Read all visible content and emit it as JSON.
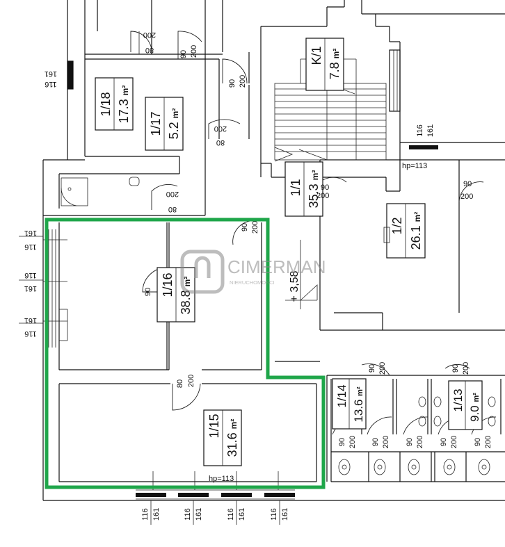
{
  "rooms": [
    {
      "id": "1/18",
      "area": "17.3",
      "unit": "m²"
    },
    {
      "id": "1/17",
      "area": "5.2",
      "unit": "m²"
    },
    {
      "id": "K/1",
      "area": "7.8",
      "unit": "m²"
    },
    {
      "id": "1/1",
      "area": "35.3",
      "unit": "m²"
    },
    {
      "id": "1/2",
      "area": "26.1",
      "unit": "m²"
    },
    {
      "id": "1/16",
      "area": "38.8",
      "unit": "m²"
    },
    {
      "id": "1/15",
      "area": "31.6",
      "unit": "m²"
    },
    {
      "id": "1/14",
      "area": "13.6",
      "unit": "m²"
    },
    {
      "id": "1/13",
      "area": "9.0",
      "unit": "m²"
    }
  ],
  "doors": {
    "d1": {
      "w": "80",
      "h": "200"
    },
    "d2": {
      "w": "90",
      "h": "200"
    },
    "d3": {
      "w": "90",
      "h": "200"
    },
    "d4": {
      "w": "80",
      "h": "200"
    },
    "d5": {
      "w": "80",
      "h": "200"
    },
    "d6": {
      "w": "90",
      "h": "200"
    },
    "d7": {
      "w": "90",
      "h": "200"
    },
    "d8": {
      "w": "90",
      "h": "200"
    },
    "d9": {
      "w": "80",
      "h": "200"
    },
    "d10": {
      "w": "90",
      "h": "200"
    },
    "d11": {
      "w": "90",
      "h": "200"
    },
    "t1": {
      "w": "90",
      "h": "200"
    },
    "t2": {
      "w": "90",
      "h": "200"
    },
    "t3": {
      "w": "90",
      "h": "200"
    },
    "t4": {
      "w": "90",
      "h": "200"
    },
    "t5": {
      "w": "90",
      "h": "200"
    },
    "t6": {
      "w": "90",
      "h": "200"
    }
  },
  "windows": {
    "w_top": {
      "a": "116",
      "b": "161"
    },
    "w_right": {
      "a": "116",
      "b": "161"
    },
    "w_left1": {
      "a": "116",
      "b": "161"
    },
    "w_left2": {
      "a": "116",
      "b": "161"
    },
    "w_left3": {
      "a": "116",
      "b": "161"
    },
    "w_bot1": {
      "a": "116",
      "b": "161"
    },
    "w_bot2": {
      "a": "116",
      "b": "161"
    },
    "w_bot3": {
      "a": "116",
      "b": "161"
    },
    "w_bot4": {
      "a": "116",
      "b": "161"
    }
  },
  "sill_labels": {
    "right": "hp=113",
    "bottom": "hp=113"
  },
  "level_mark": "+ 3,58",
  "watermark": {
    "brand": "CIMERMAN",
    "sub": "NIERUCHOMOŚCI"
  },
  "colors": {
    "highlight": "#1fa64a",
    "line": "#111111",
    "watermark": "#888888"
  }
}
